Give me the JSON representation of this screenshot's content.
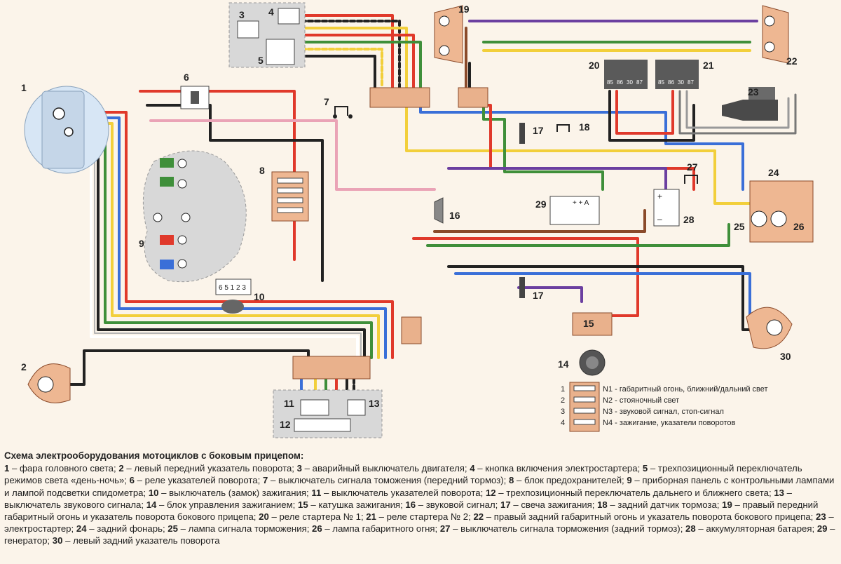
{
  "component_numbers": {
    "n1": "1",
    "n2": "2",
    "n3": "3",
    "n4": "4",
    "n5": "5",
    "n6": "6",
    "n7": "7",
    "n8": "8",
    "n9": "9",
    "n10": "10",
    "n11": "11",
    "n12": "12",
    "n13": "13",
    "n14": "14",
    "n15": "15",
    "n16": "16",
    "n17": "17",
    "n17b": "17",
    "n18": "18",
    "n19": "19",
    "n20": "20",
    "n21": "21",
    "n22": "22",
    "n23": "23",
    "n24": "24",
    "n25": "25",
    "n26": "26",
    "n27": "27",
    "n28": "28",
    "n29": "29",
    "n30": "30"
  },
  "relay_pins": {
    "p85": "85",
    "p86": "86",
    "p30": "30",
    "p87": "87"
  },
  "switch_pins": "6 5 1 2 3",
  "generator_terminals": "+ + A",
  "battery_terminals": {
    "plus": "+",
    "minus": "–"
  },
  "fuse_box": {
    "rows": [
      {
        "index": "1",
        "label": "N1 - габаритный огонь, ближний/дальний свет"
      },
      {
        "index": "2",
        "label": "N2 - стояночный свет"
      },
      {
        "index": "3",
        "label": "N3 - звуковой сигнал, стоп-сигнал"
      },
      {
        "index": "4",
        "label": "N4 - зажигание, указатели поворотов"
      }
    ]
  },
  "legend": {
    "title": "Схема электрооборудования  мотоциклов с боковым прицепом:",
    "items": [
      {
        "n": "1",
        "t": " – фара головного света; "
      },
      {
        "n": "2",
        "t": " – левый передний указатель поворота; "
      },
      {
        "n": "3",
        "t": " – аварийный выключатель двигателя; "
      },
      {
        "n": "4",
        "t": " – кнопка включения электростартера; "
      },
      {
        "n": "5",
        "t": " – трехпозиционный переключатель режимов света «день-ночь»; "
      },
      {
        "n": "6",
        "t": " – реле указателей поворота; "
      },
      {
        "n": "7",
        "t": " – выключатель сигнала томожения (передний тормоз); "
      },
      {
        "n": "8",
        "t": " – блок предохранителей; "
      },
      {
        "n": "9",
        "t": " – приборная панель с контрольными лампами и лампой подсветки спидометра; "
      },
      {
        "n": "10",
        "t": " – выключатель (замок) зажигания; "
      },
      {
        "n": "11",
        "t": " – выключатель указателей поворота; "
      },
      {
        "n": "12",
        "t": " – трехпозиционный переключатель дальнего и ближнего света; "
      },
      {
        "n": "13",
        "t": " – выключатель звукового сигнала; "
      },
      {
        "n": "14",
        "t": " – блок управления зажиганием; "
      },
      {
        "n": "15",
        "t": " – катушка зажигания; "
      },
      {
        "n": "16",
        "t": " – звуковой сигнал; "
      },
      {
        "n": "17",
        "t": " – свеча зажигания; "
      },
      {
        "n": "18",
        "t": " – задний датчик тормоза; "
      },
      {
        "n": "19",
        "t": " – правый передний габаритный огонь и указатель поворота бокового прицепа; "
      },
      {
        "n": "20",
        "t": " – реле стартера № 1; "
      },
      {
        "n": "21",
        "t": " – реле стартера № 2; "
      },
      {
        "n": "22",
        "t": " – правый задний габаритный огонь и указатель поворота бокового прицепа; "
      },
      {
        "n": "23",
        "t": " – электростартер; "
      },
      {
        "n": "24",
        "t": " – задний фонарь; "
      },
      {
        "n": "25",
        "t": " – лампа сигнала торможения; "
      },
      {
        "n": "26",
        "t": " – лампа габаритного огня; "
      },
      {
        "n": "27",
        "t": " – выключатель сигнала торможения (задний тормоз); "
      },
      {
        "n": "28",
        "t": " – аккумуляторная батарея; "
      },
      {
        "n": "29",
        "t": " – генератор; "
      },
      {
        "n": "30",
        "t": " – левый задний указатель поворота"
      }
    ]
  },
  "colors": {
    "background": "#fbf4ea",
    "component_fill": "#eeb792",
    "connector_fill": "#e9b18c",
    "dark_box": "#5a5a5a",
    "wire_red": "#e0392b",
    "wire_blue": "#3a6fd8",
    "wire_yellow": "#f2cf3b",
    "wire_green": "#3f8f3a",
    "wire_black": "#222222",
    "wire_pink": "#eaa3b6",
    "wire_purple": "#6b3fa0",
    "wire_brown": "#8a4a2a",
    "wire_gray": "#b5b5b5",
    "wire_white": "#ffffff"
  }
}
